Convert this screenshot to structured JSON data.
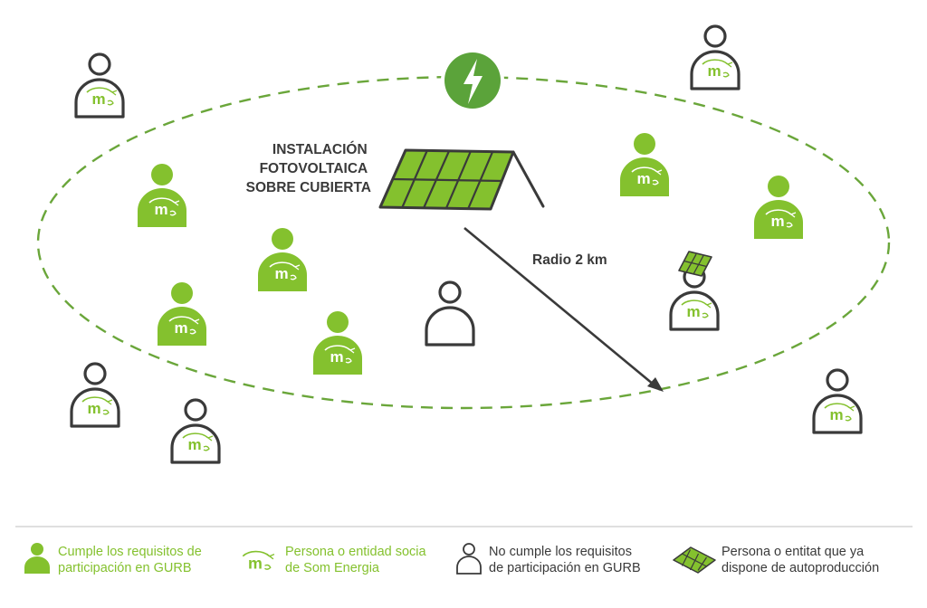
{
  "diagram": {
    "installation_title": [
      "INSTALACIÓN",
      "FOTOVOLTAICA",
      "SOBRE CUBIERTA"
    ],
    "radius_label": "Radio 2 km",
    "member_logo_text": "m"
  },
  "colors": {
    "green": "#84c12e",
    "dark_green": "#5ba33a",
    "gray": "#3a3a3a",
    "ellipse_dash": "#6aa63a",
    "divider": "#cccccc"
  },
  "icons": {
    "energy": "lightning-bolt-icon",
    "solar": "solar-panel-icon",
    "person": "person-icon",
    "member": "som-energia-member-logo"
  },
  "legend": [
    {
      "icon": "person-filled-icon",
      "lines": [
        "Cumple los requisitos de",
        "participación en GURB"
      ],
      "color": "green"
    },
    {
      "icon": "som-energia-logo-icon",
      "lines": [
        "Persona o entidad socia",
        "de Som Energia"
      ],
      "color": "green"
    },
    {
      "icon": "person-outline-icon",
      "lines": [
        "No cumple los requisitos",
        "de participación en GURB"
      ],
      "color": "gray"
    },
    {
      "icon": "solar-panel-icon",
      "lines": [
        "Persona o entitat que ya",
        "dispone de autoproducción"
      ],
      "color": "gray"
    }
  ]
}
